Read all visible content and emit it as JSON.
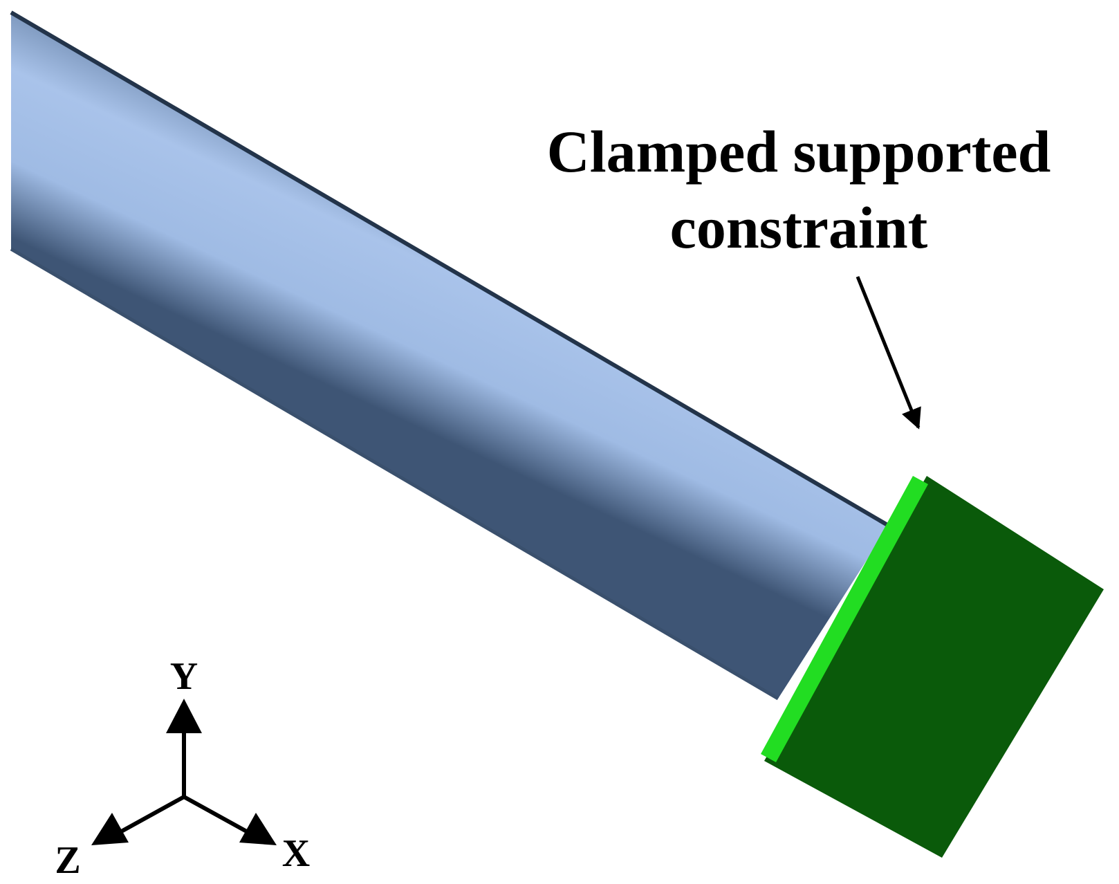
{
  "annotation": {
    "line1": "Clamped supported",
    "line2": "constraint"
  },
  "axes": {
    "y_label": "Y",
    "x_label": "X",
    "z_label": "Z"
  },
  "colors": {
    "beam_light": "#a8c3ea",
    "beam_dark": "#4f6b8f",
    "clamp_face": "#0a5a0a",
    "clamp_edge": "#22dd22",
    "text": "#000000"
  }
}
